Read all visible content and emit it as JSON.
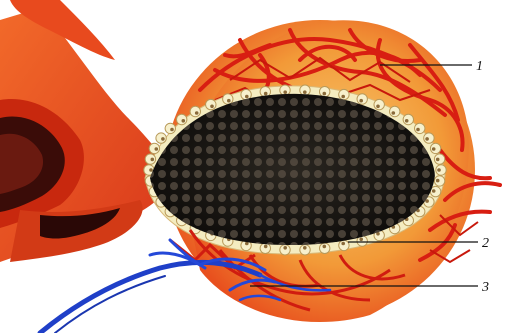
{
  "labels": [
    {
      "id": "1",
      "text": "1"
    },
    {
      "id": "2",
      "text": "2"
    },
    {
      "id": "3",
      "text": "3"
    }
  ],
  "colors": {
    "background": "#ffffff",
    "vessel_wall": "#e8401c",
    "vessel_deep": "#b01e0c",
    "lumen_dark": "#2a0a08",
    "gland_fill": "#f39a3a",
    "capillary": "#d81e12",
    "cavity_dark": "#141210",
    "cavity_dot": "#4a4238",
    "cell_border": "#f2e7b0",
    "vein": "#1f3fc8"
  }
}
